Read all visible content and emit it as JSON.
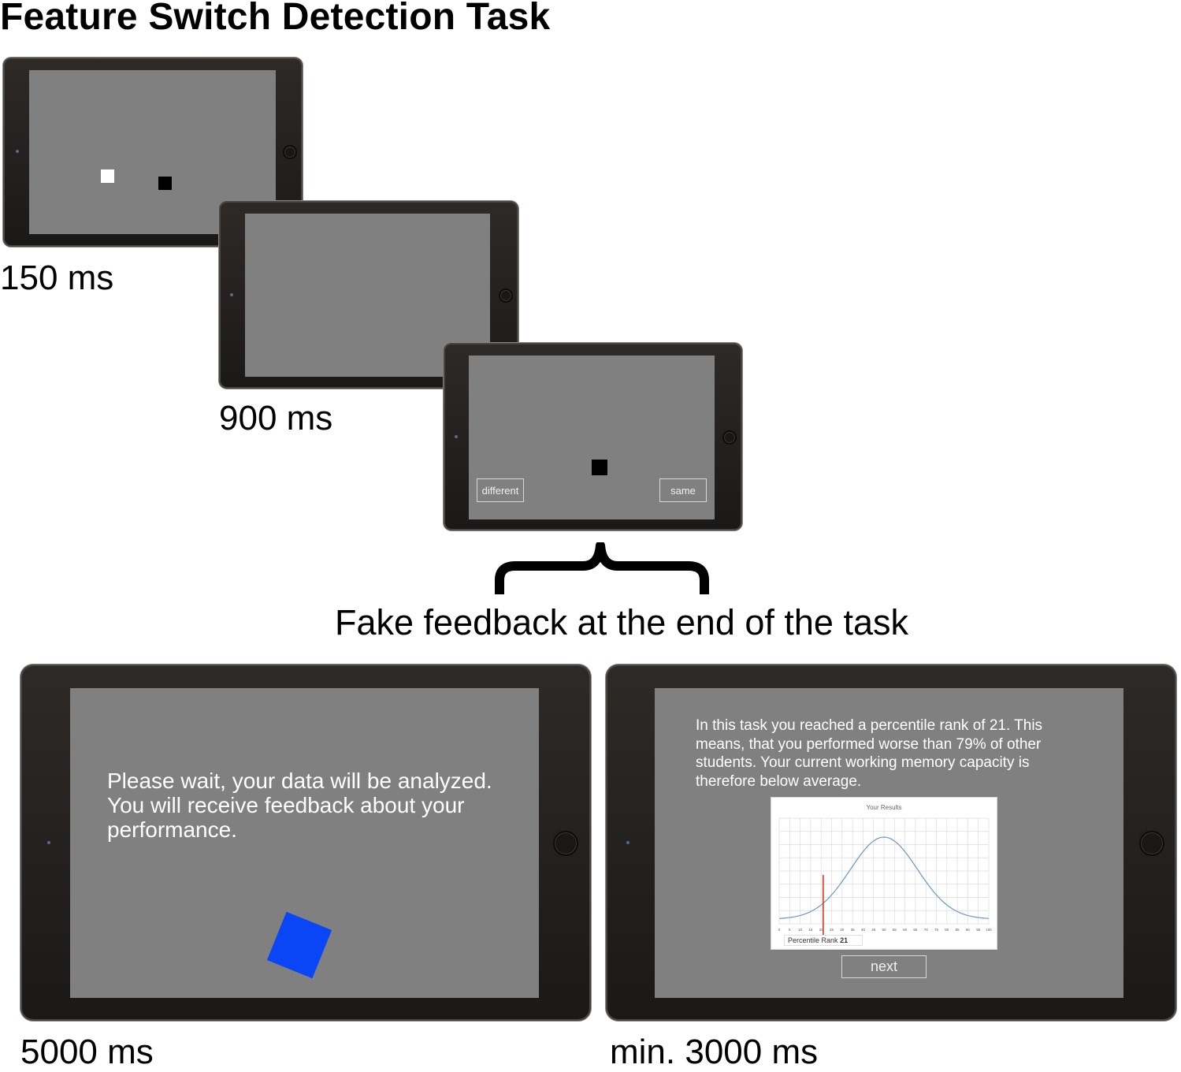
{
  "title": "Feature Switch Detection Task",
  "steps": [
    {
      "duration": "150 ms"
    },
    {
      "duration": "900 ms"
    },
    {
      "duration": "",
      "buttons": {
        "left": "different",
        "right": "same"
      }
    }
  ],
  "feedback_caption": "Fake feedback at the end of the task",
  "wait_screen": {
    "text": "Please wait, your data will be analyzed.\nYou will receive feedback about your\nperformance.",
    "duration": "5000 ms"
  },
  "result_screen": {
    "text": "In this task you reached a percentile rank of 21. This\nmeans, that you performed worse than 79% of other\nstudents. Your current working memory capacity is\ntherefore below average.",
    "next_label": "next",
    "duration": "min. 3000 ms"
  },
  "chart_data": {
    "type": "line",
    "title": "Your Results",
    "x_ticks": [
      "0",
      "5",
      "10",
      "15",
      "20",
      "25",
      "30",
      "35",
      "40",
      "45",
      "50",
      "55",
      "60",
      "65",
      "70",
      "75",
      "80",
      "85",
      "90",
      "95",
      "100"
    ],
    "xlim": [
      0,
      100
    ],
    "distribution": {
      "kind": "normal",
      "mean": 50,
      "sd": 16
    },
    "marker": {
      "x": 21
    },
    "marker_label": "Percentile Rank",
    "marker_value": "21",
    "grid": true,
    "colors": {
      "curve": "#6e95c6",
      "marker": "#d23a2c",
      "grid": "#dcdcdc"
    }
  },
  "colors": {
    "stimulus_white": "#ffffff",
    "stimulus_black": "#000000",
    "spinner": "#0a46f5",
    "screen_gray": "#808080"
  }
}
